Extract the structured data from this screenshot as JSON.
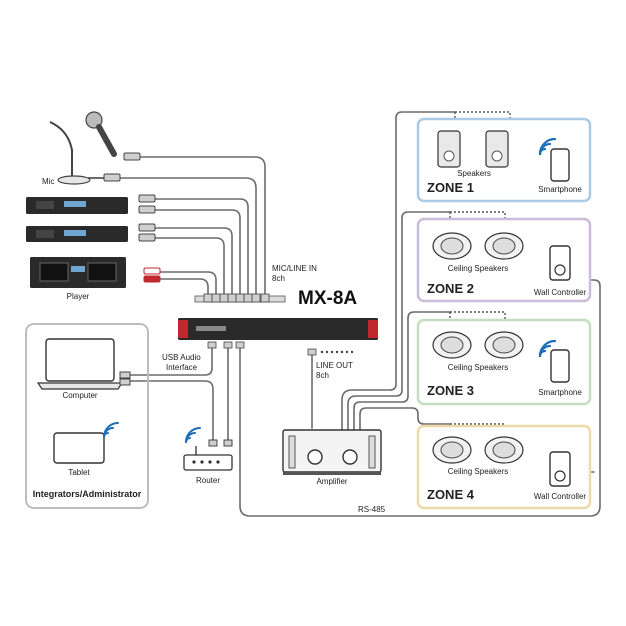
{
  "product": "MX-8A",
  "labels": {
    "mic": "Mic",
    "player": "Player",
    "mic_line_in_1": "MIC/LINE IN",
    "mic_line_in_2": "8ch",
    "line_out_1": "LINE OUT",
    "line_out_2": "8ch",
    "usb_1": "USB Audio",
    "usb_2": "Interface",
    "computer": "Computer",
    "tablet": "Tablet",
    "router": "Router",
    "amplifier": "Amplifier",
    "rs485": "RS-485",
    "integrators": "Integrators/Administrator"
  },
  "zones": [
    {
      "title": "ZONE 1",
      "speakers": "Speakers",
      "device": "Smartphone",
      "color": "#a9cbe6"
    },
    {
      "title": "ZONE 2",
      "speakers": "Ceiling Speakers",
      "device": "Wall Controller",
      "color": "#c9bcdc"
    },
    {
      "title": "ZONE 3",
      "speakers": "Ceiling Speakers",
      "device": "Smartphone",
      "color": "#c4dcc2"
    },
    {
      "title": "ZONE 4",
      "speakers": "Ceiling Speakers",
      "device": "Wall Controller",
      "color": "#ecd9a8"
    }
  ],
  "colors": {
    "cable": "#6b6b6b",
    "device_dark": "#2a2a2a",
    "accent_red": "#c0282d",
    "wifi": "#1d6fb8"
  }
}
